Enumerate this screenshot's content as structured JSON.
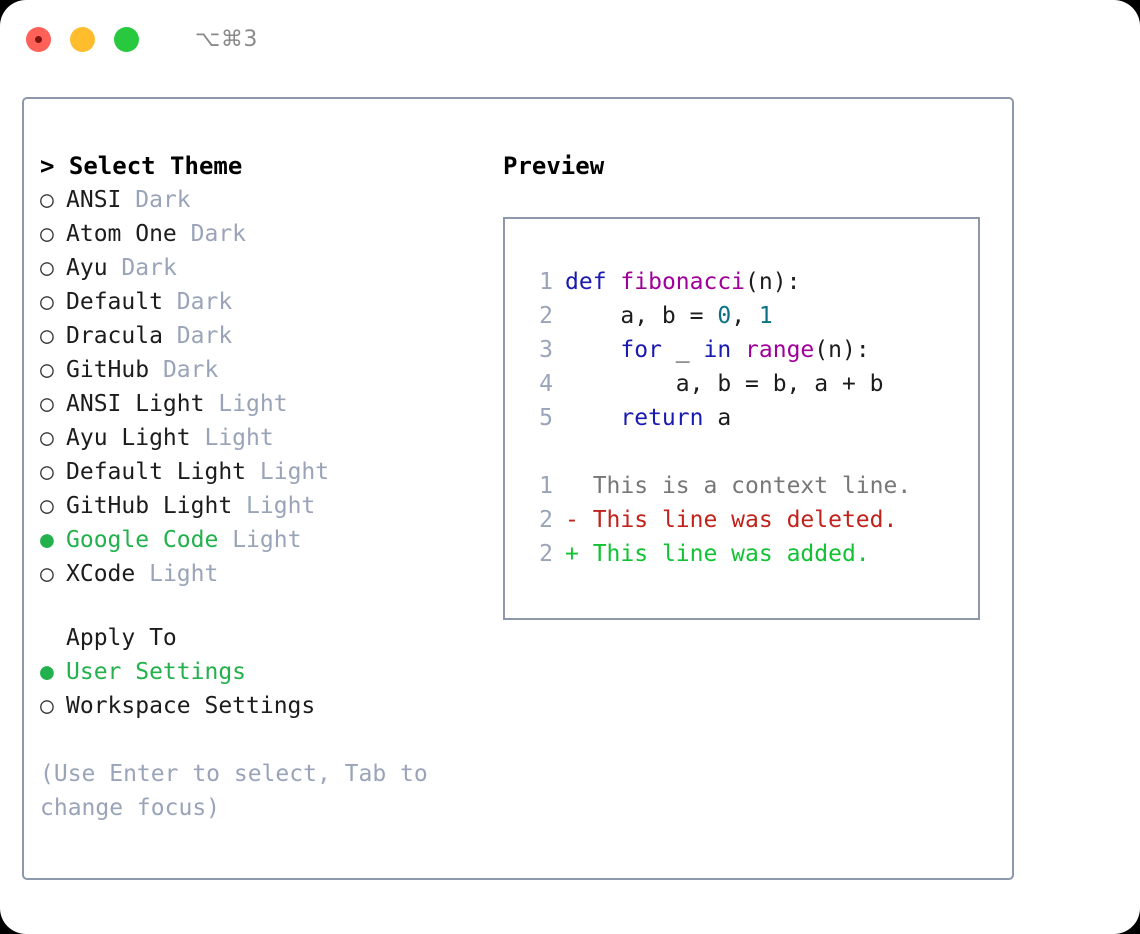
{
  "titlebar": {
    "shortcut": "⌥⌘3",
    "buttons": [
      {
        "name": "close",
        "color": "#ff6058"
      },
      {
        "name": "minimize",
        "color": "#ffbd2e"
      },
      {
        "name": "maximize",
        "color": "#28c93f"
      }
    ]
  },
  "theme_picker": {
    "prompt_marker": ">",
    "heading": "Select Theme",
    "selected_bullet": "●",
    "unselected_bullet": "○",
    "items": [
      {
        "label": "ANSI",
        "tag": "Dark",
        "selected": false
      },
      {
        "label": "Atom One",
        "tag": "Dark",
        "selected": false
      },
      {
        "label": "Ayu",
        "tag": "Dark",
        "selected": false
      },
      {
        "label": "Default",
        "tag": "Dark",
        "selected": false
      },
      {
        "label": "Dracula",
        "tag": "Dark",
        "selected": false
      },
      {
        "label": "GitHub",
        "tag": "Dark",
        "selected": false
      },
      {
        "label": "ANSI Light",
        "tag": "Light",
        "selected": false
      },
      {
        "label": "Ayu Light",
        "tag": "Light",
        "selected": false
      },
      {
        "label": "Default Light",
        "tag": "Light",
        "selected": false
      },
      {
        "label": "GitHub Light",
        "tag": "Light",
        "selected": false
      },
      {
        "label": "Google Code",
        "tag": "Light",
        "selected": true
      },
      {
        "label": "XCode",
        "tag": "Light",
        "selected": false
      }
    ]
  },
  "apply_to": {
    "heading": "Apply To",
    "items": [
      {
        "label": "User Settings",
        "selected": true
      },
      {
        "label": "Workspace Settings",
        "selected": false
      }
    ]
  },
  "hint": "(Use Enter to select, Tab to change focus)",
  "preview": {
    "title": "Preview",
    "code_lines": [
      {
        "num": "1",
        "tokens": [
          {
            "t": "def",
            "c": "kw"
          },
          {
            "t": " ",
            "c": "pl"
          },
          {
            "t": "fibonacci",
            "c": "fn"
          },
          {
            "t": "(n):",
            "c": "pl"
          }
        ]
      },
      {
        "num": "2",
        "tokens": [
          {
            "t": "    a, b = ",
            "c": "pl"
          },
          {
            "t": "0",
            "c": "num"
          },
          {
            "t": ", ",
            "c": "pl"
          },
          {
            "t": "1",
            "c": "num"
          }
        ]
      },
      {
        "num": "3",
        "tokens": [
          {
            "t": "    ",
            "c": "pl"
          },
          {
            "t": "for",
            "c": "kw"
          },
          {
            "t": " _ ",
            "c": "pl"
          },
          {
            "t": "in",
            "c": "kw"
          },
          {
            "t": " ",
            "c": "pl"
          },
          {
            "t": "range",
            "c": "fn"
          },
          {
            "t": "(n):",
            "c": "pl"
          }
        ]
      },
      {
        "num": "4",
        "tokens": [
          {
            "t": "        a, b = b, a + b",
            "c": "pl"
          }
        ]
      },
      {
        "num": "5",
        "tokens": [
          {
            "t": "    ",
            "c": "pl"
          },
          {
            "t": "return",
            "c": "kw"
          },
          {
            "t": " a",
            "c": "pl"
          }
        ]
      }
    ],
    "diff_lines": [
      {
        "num": "1",
        "marker": "  ",
        "text": "This is a context line.",
        "kind": "ctx"
      },
      {
        "num": "2",
        "marker": "- ",
        "text": "This line was deleted.",
        "kind": "del"
      },
      {
        "num": "2",
        "marker": "+ ",
        "text": "This line was added.",
        "kind": "add"
      }
    ]
  },
  "colors": {
    "selected_green": "#22b14c",
    "tag_gray": "#9aa4b8",
    "border": "#8d98ad",
    "keyword": "#1a1ab0",
    "function": "#a0009a",
    "number": "#0b7285",
    "diff_deleted": "#c0231b",
    "diff_added": "#13c233",
    "diff_context": "#777777"
  }
}
